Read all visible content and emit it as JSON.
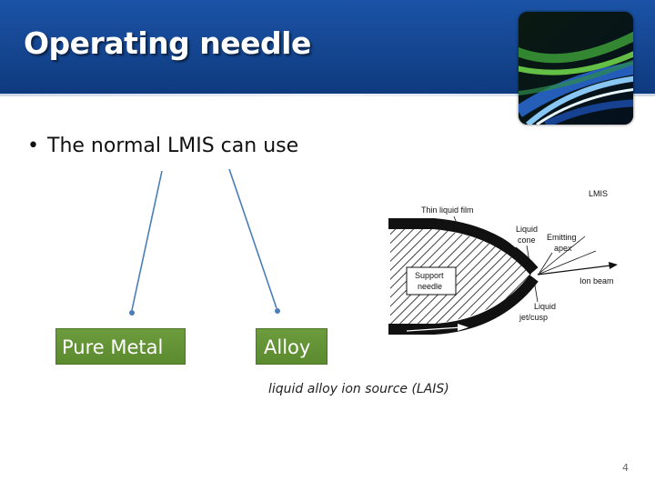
{
  "slide": {
    "title": "Operating needle",
    "bullet": "The normal LMIS can use",
    "bullet_marker": "•",
    "options": [
      {
        "label": "Pure Metal"
      },
      {
        "label": "Alloy"
      }
    ],
    "caption": "liquid alloy ion source (LAIS)",
    "page_number": "4",
    "colors": {
      "header": "#1b53a6",
      "option_box": "#6d9c3e"
    }
  },
  "diagram": {
    "labels": {
      "lmis": "LMIS",
      "thin_film": "Thin liquid film",
      "liquid_cone_1": "Liquid",
      "liquid_cone_2": "cone",
      "emitting_1": "Emitting",
      "emitting_2": "apex",
      "support_1": "Support",
      "support_2": "needle",
      "ion_beam": "Ion beam",
      "jet_1": "Liquid",
      "jet_2": "jet/cusp"
    }
  }
}
